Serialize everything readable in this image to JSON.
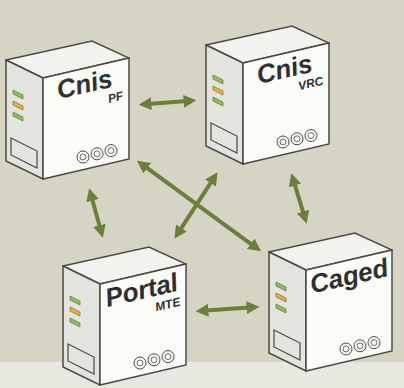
{
  "diagram": {
    "nodes": [
      {
        "text": [
          "Cnis",
          "PF"
        ]
      },
      {
        "text": [
          "Cnis",
          "VRC"
        ]
      },
      {
        "text": [
          "Portal",
          "MTE"
        ]
      },
      {
        "text": [
          "Caged"
        ]
      }
    ],
    "edges": [
      {
        "from": 0,
        "to": 1,
        "arrow": "both"
      },
      {
        "from": 0,
        "to": 2,
        "arrow": "both"
      },
      {
        "from": 1,
        "to": 3,
        "arrow": "both"
      },
      {
        "from": 0,
        "to": 3,
        "arrow": "both"
      },
      {
        "from": 1,
        "to": 2,
        "arrow": "both"
      },
      {
        "from": 2,
        "to": 3,
        "arrow": "both"
      }
    ]
  }
}
